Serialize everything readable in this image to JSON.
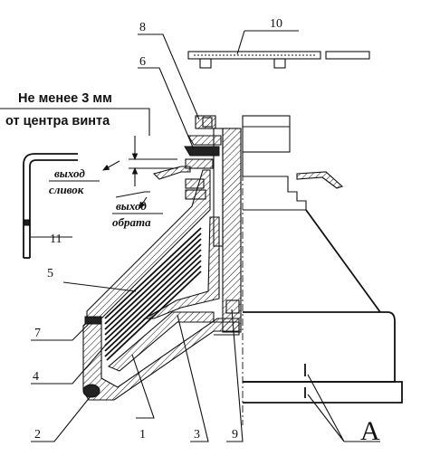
{
  "callouts": {
    "c1": "1",
    "c2": "2",
    "c3": "3",
    "c4": "4",
    "c5": "5",
    "c6": "6",
    "c7": "7",
    "c8": "8",
    "c9": "9",
    "c10": "10",
    "c11": "11",
    "cA": "A"
  },
  "annotations": {
    "min_distance_line1": "Не менее 3 мм",
    "min_distance_line2": "от центра винта",
    "cream_outlet_1": "выход",
    "cream_outlet_2": "сливок",
    "skim_outlet_1": "выход",
    "skim_outlet_2": "обрата"
  }
}
